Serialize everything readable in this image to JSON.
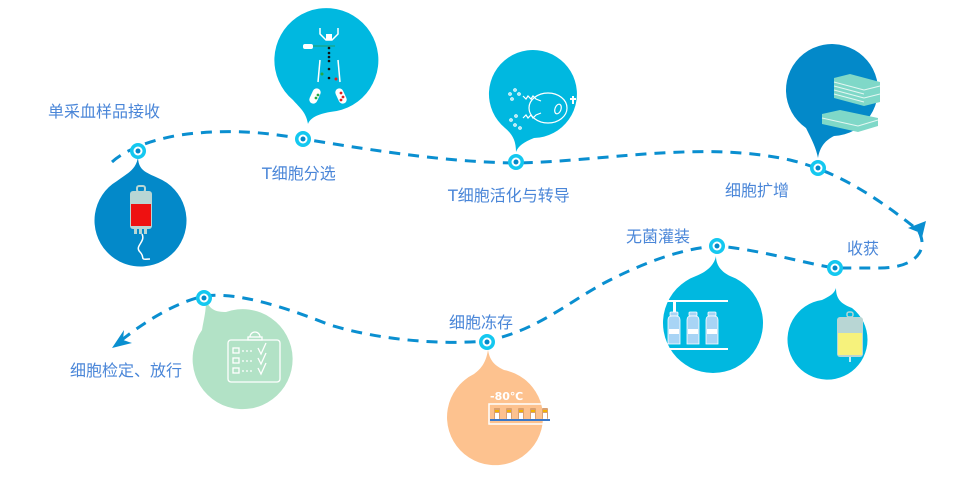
{
  "diagram": {
    "type": "process-flow",
    "colors": {
      "path": "#0a8fd0",
      "node": "#14c8f0",
      "label": "#4a86d8",
      "bubble_dark": "#0389c9",
      "bubble_light": "#00b8e0",
      "bubble_orange": "#fdc28f",
      "bubble_green": "#b2e2c6"
    },
    "steps": [
      {
        "id": "blood-receipt",
        "label": "单采血样品接收",
        "icon": "blood-bag-icon"
      },
      {
        "id": "t-cell-selection",
        "label": "T细胞分选",
        "icon": "cell-sorting-icon"
      },
      {
        "id": "t-cell-activation",
        "label": "T细胞活化与转导",
        "icon": "cell-activation-icon"
      },
      {
        "id": "cell-expansion",
        "label": "细胞扩增",
        "icon": "culture-flask-stack-icon"
      },
      {
        "id": "harvest",
        "label": "收获",
        "icon": "harvest-bag-icon"
      },
      {
        "id": "aseptic-filling",
        "label": "无菌灌装",
        "icon": "vial-filling-icon"
      },
      {
        "id": "cryopreservation",
        "label": "细胞冻存",
        "icon": "freezer-rack-icon",
        "temperature": "-80℃"
      },
      {
        "id": "qc-release",
        "label": "细胞检定、放行",
        "icon": "checklist-icon"
      }
    ]
  }
}
